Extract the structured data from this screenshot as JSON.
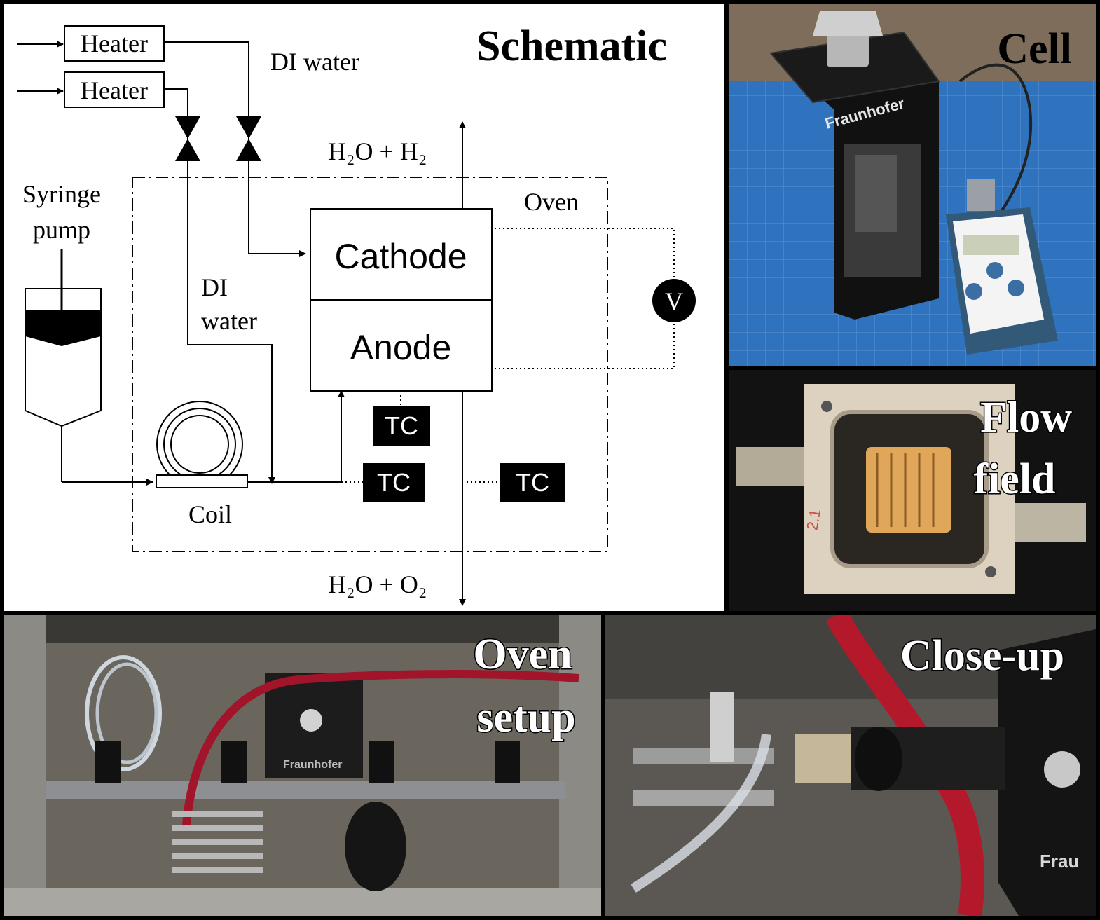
{
  "schematic": {
    "title": "Schematic",
    "heater_top": "Heater",
    "heater_bottom": "Heater",
    "di_water_top": "DI water",
    "syringe_line1": "Syringe",
    "syringe_line2": "pump",
    "di_water_left_line1": "DI",
    "di_water_left_line2": "water",
    "outlet_top": "H₂O + H₂",
    "outlet_bottom": "H₂O + O₂",
    "oven": "Oven",
    "cathode": "Cathode",
    "anode": "Anode",
    "voltmeter": "V",
    "tc1": "TC",
    "tc2": "TC",
    "tc3": "TC",
    "coil": "Coil"
  },
  "photos": {
    "cell_title": "Cell",
    "cell_brand": "Fraunhofer",
    "flow_field_line1": "Flow",
    "flow_field_line2": "field",
    "flow_field_mark": "2.1",
    "oven_setup_line1": "Oven",
    "oven_setup_line2": "setup",
    "oven_brand": "Fraunhofer",
    "closeup_title": "Close-up",
    "closeup_brand": "Frau"
  }
}
